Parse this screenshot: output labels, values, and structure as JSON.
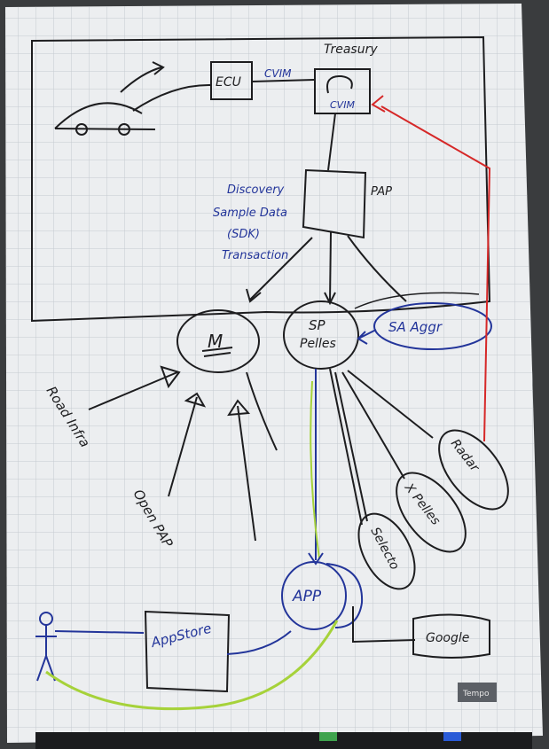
{
  "diagram": {
    "labels": {
      "treasury": "Treasury",
      "ecu": "ECU",
      "cvim_link": "CVIM",
      "cvim_box": "CVIM",
      "pap": "PAP",
      "note_line1": "Discovery",
      "note_line2": "Sample Data",
      "note_line3": "(SDK)",
      "note_line4": "Transaction",
      "m_node": "M",
      "sp_line1": "SP",
      "sp_line2": "Pelles",
      "sa_aggr": "SA Aggr",
      "road_infra": "Road Infra",
      "open_pap": "Open PAP",
      "radar": "Radar",
      "x_pelles": "X Pelles",
      "selecto": "Selecto",
      "app": "APP",
      "app_store": "AppStore",
      "google": "Google",
      "brand": "Tempo"
    },
    "colors": {
      "paper": "#eceef0",
      "grid": "#c5cad0",
      "ink_black": "#1d1d1f",
      "ink_blue": "#23359a",
      "ink_red": "#d62828",
      "ink_green": "#a6d23a"
    }
  }
}
